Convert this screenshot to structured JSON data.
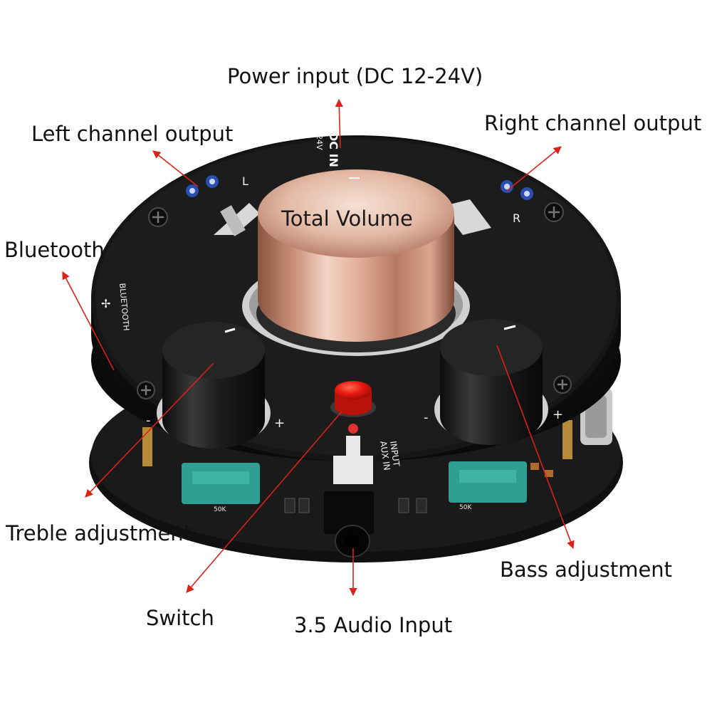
{
  "labels": {
    "power_input": "Power input (DC 12-24V)",
    "left_channel": "Left channel output",
    "right_channel": "Right channel output",
    "total_volume": "Total Volume",
    "bluetooth": "Bluetooth",
    "treble": "Treble adjustment",
    "bass": "Bass adjustment",
    "switch": "Switch",
    "audio_input": "3.5 Audio Input"
  },
  "silkscreen": {
    "dc_in": "DC IN",
    "dc_voltage": "-24V",
    "left": "L",
    "right": "R",
    "bluetooth": "BLUETOOTH",
    "input": "INPUT",
    "aux_in": "AUX IN",
    "pot_value_left": "50K",
    "pot_value_right": "50K",
    "plus": "+",
    "minus": "-"
  },
  "colors": {
    "board": "#141414",
    "knob_copper": "#d9a78e",
    "knob_black": "#1b1b1b",
    "switch_red": "#e0170f",
    "arrow_red": "#d9221a",
    "pot_teal": "#2f9e93"
  }
}
